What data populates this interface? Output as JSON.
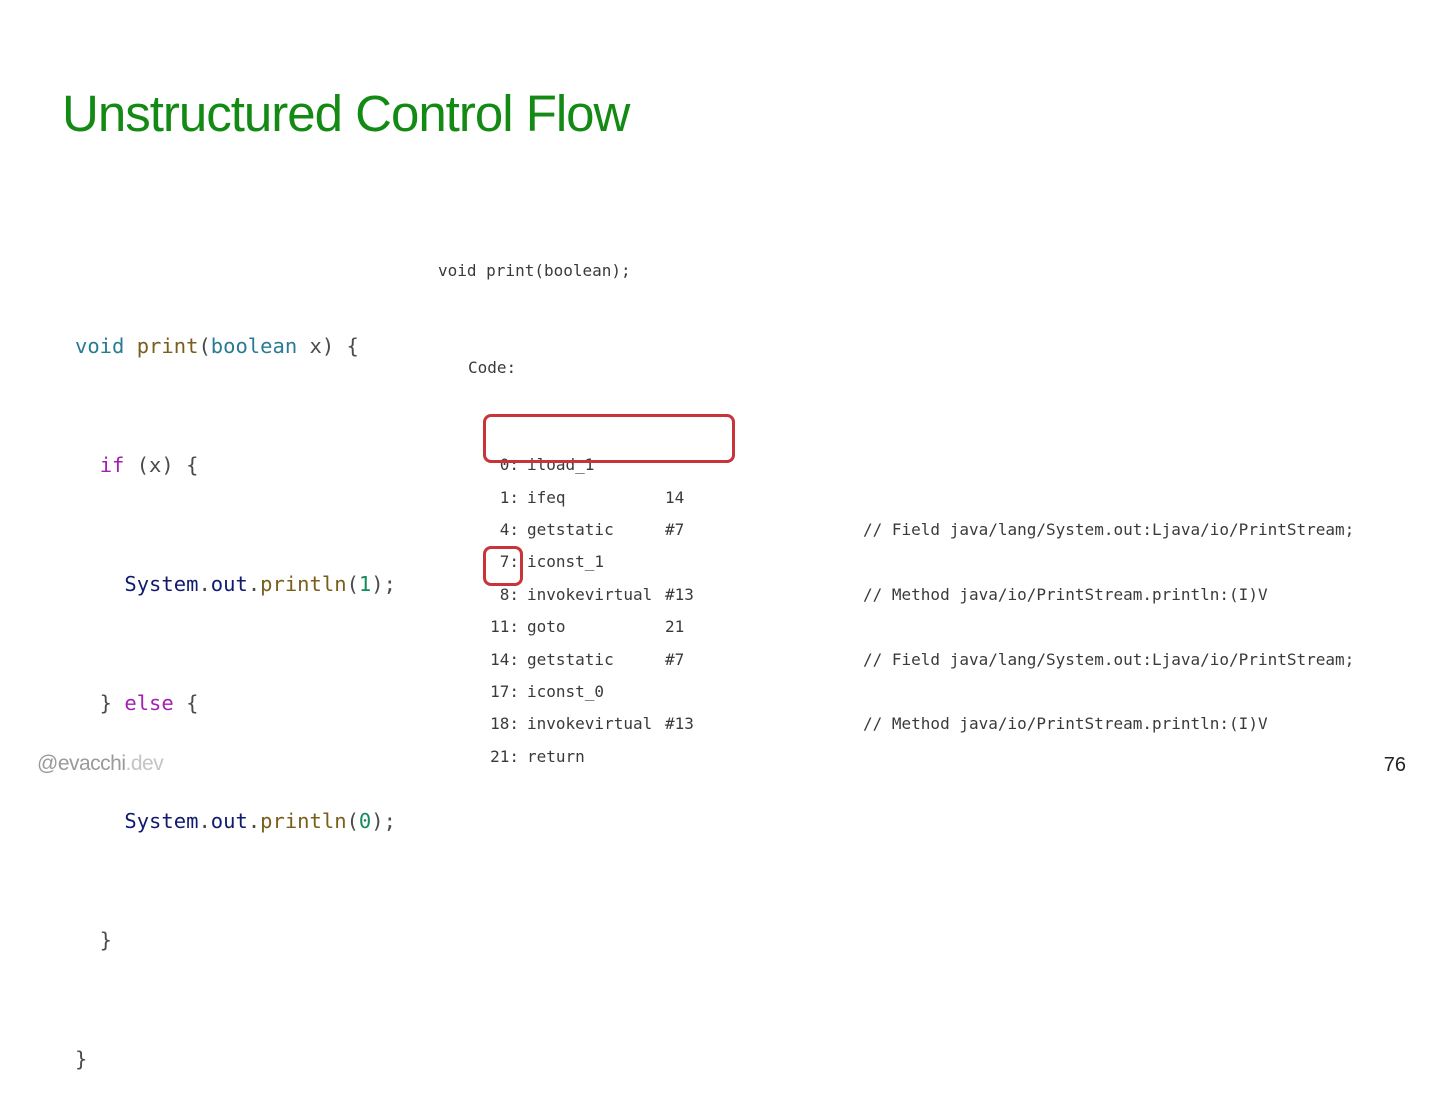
{
  "slide": {
    "title": "Unstructured Control Flow",
    "footer_handle": "@evacchi",
    "footer_domain": ".dev",
    "page_number": "76"
  },
  "java_code": {
    "l1": {
      "kw": "void",
      "fn": "print",
      "p1": "(",
      "type": "boolean",
      "rest": " x) {"
    },
    "l2": {
      "indent": "  ",
      "kw": "if",
      "rest": " (x) {"
    },
    "l3": {
      "indent": "    ",
      "cls": "System",
      "dot1": ".",
      "field": "out",
      "dot2": ".",
      "fn": "println",
      "p1": "(",
      "num": "1",
      "p2": ");"
    },
    "l4": {
      "pre": "  } ",
      "kw": "else",
      "rest": " {"
    },
    "l5": {
      "indent": "    ",
      "cls": "System",
      "dot1": ".",
      "field": "out",
      "dot2": ".",
      "fn": "println",
      "p1": "(",
      "num": "0",
      "p2": ");"
    },
    "l6": {
      "text": "  }"
    },
    "l7": {
      "text": "}"
    }
  },
  "bytecode": {
    "header1": "void print(boolean);",
    "header2": "Code:",
    "rows": [
      {
        "off": "0:",
        "op": "iload_1",
        "arg": "",
        "cmt": ""
      },
      {
        "off": "1:",
        "op": "ifeq",
        "arg": "14",
        "cmt": ""
      },
      {
        "off": "4:",
        "op": "getstatic",
        "arg": "#7",
        "cmt": "// Field java/lang/System.out:Ljava/io/PrintStream;"
      },
      {
        "off": "7:",
        "op": "iconst_1",
        "arg": "",
        "cmt": ""
      },
      {
        "off": "8:",
        "op": "invokevirtual",
        "arg": "#13",
        "cmt": "// Method java/io/PrintStream.println:(I)V"
      },
      {
        "off": "11:",
        "op": "goto",
        "arg": "21",
        "cmt": ""
      },
      {
        "off": "14:",
        "op": "getstatic",
        "arg": "#7",
        "cmt": "// Field java/lang/System.out:Ljava/io/PrintStream;"
      },
      {
        "off": "17:",
        "op": "iconst_0",
        "arg": "",
        "cmt": ""
      },
      {
        "off": "18:",
        "op": "invokevirtual",
        "arg": "#13",
        "cmt": "// Method java/io/PrintStream.println:(I)V"
      },
      {
        "off": "21:",
        "op": "return",
        "arg": "",
        "cmt": ""
      }
    ]
  },
  "highlight_color": "#c9333a",
  "title_color": "#138a13"
}
